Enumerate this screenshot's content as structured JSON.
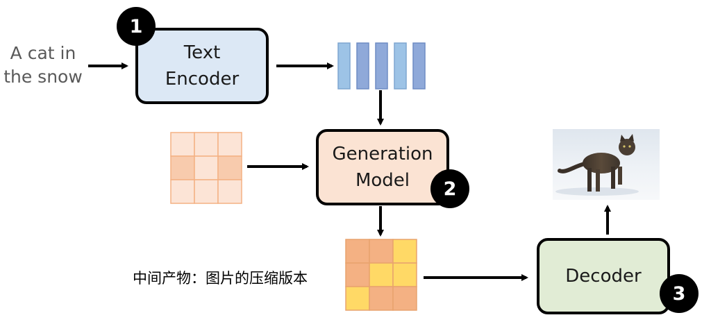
{
  "input_prompt_lines": [
    "A cat in",
    "the snow"
  ],
  "text_encoder": {
    "lines": [
      "Text",
      "Encoder"
    ],
    "step": "1",
    "color": "#dce8f5"
  },
  "generation_model": {
    "lines": [
      "Generation",
      "Model"
    ],
    "step": "2",
    "color": "#fbe3d3"
  },
  "decoder": {
    "lines": [
      "Decoder"
    ],
    "step": "3",
    "color": "#e1ecd5"
  },
  "intermediate_label": "中间产物：图片的压缩版本",
  "output_image": {
    "subject": "cat-in-snow-photo"
  },
  "colors": {
    "embedding_light": "#9dc3e6",
    "embedding_dark": "#8fa9d9",
    "noise_grid_fill": "#fce4d6",
    "noise_grid_mid": "#f8cbad",
    "latent_orange": "#f4b183",
    "latent_yellow": "#ffd966"
  }
}
